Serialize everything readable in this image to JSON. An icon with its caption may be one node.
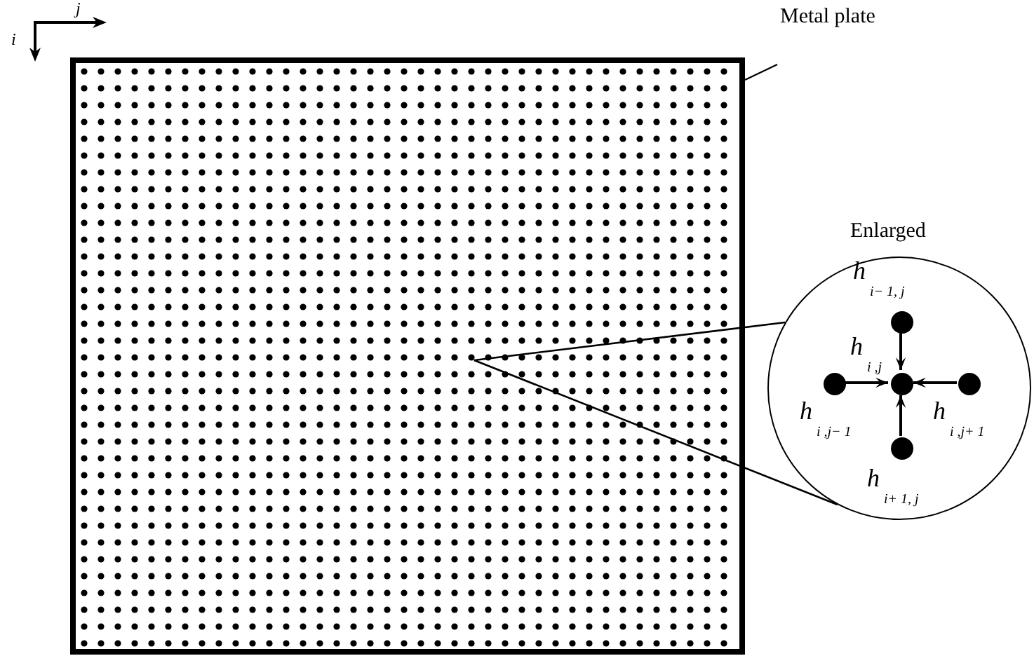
{
  "diagram": {
    "nodes": [
      {
        "text": [
          "Metal plate"
        ]
      },
      {
        "text": [],
        "shape": "box"
      },
      {
        "text": [
          "Enlarged"
        ]
      },
      {
        "text": [],
        "shape": "circle",
        "in": 2,
        "beside": [
          "h$_{i− 1, j}$"
        ]
      },
      {
        "text": [],
        "shape": "circle",
        "in": 2,
        "beside": [
          "h$_{i ,j− 1}$"
        ]
      },
      {
        "text": [],
        "shape": "circle",
        "in": 2,
        "beside": [
          "h$_{i ,j}$"
        ]
      },
      {
        "text": [],
        "shape": "circle",
        "in": 2,
        "beside": [
          "h$_{i ,j+ 1}$"
        ]
      },
      {
        "text": [],
        "shape": "circle",
        "in": 2,
        "beside": [
          "h$_{i+ 1, j}$"
        ]
      }
    ],
    "edges": [
      {
        "from": 0,
        "to": 1,
        "arrow": "none"
      },
      {
        "from": 3,
        "to": 5,
        "arrow": "to"
      },
      {
        "from": 4,
        "to": 5,
        "arrow": "to"
      },
      {
        "from": 6,
        "to": 5,
        "arrow": "to"
      },
      {
        "from": 7,
        "to": 5,
        "arrow": "to"
      }
    ],
    "labels": [
      "j",
      "i"
    ]
  }
}
